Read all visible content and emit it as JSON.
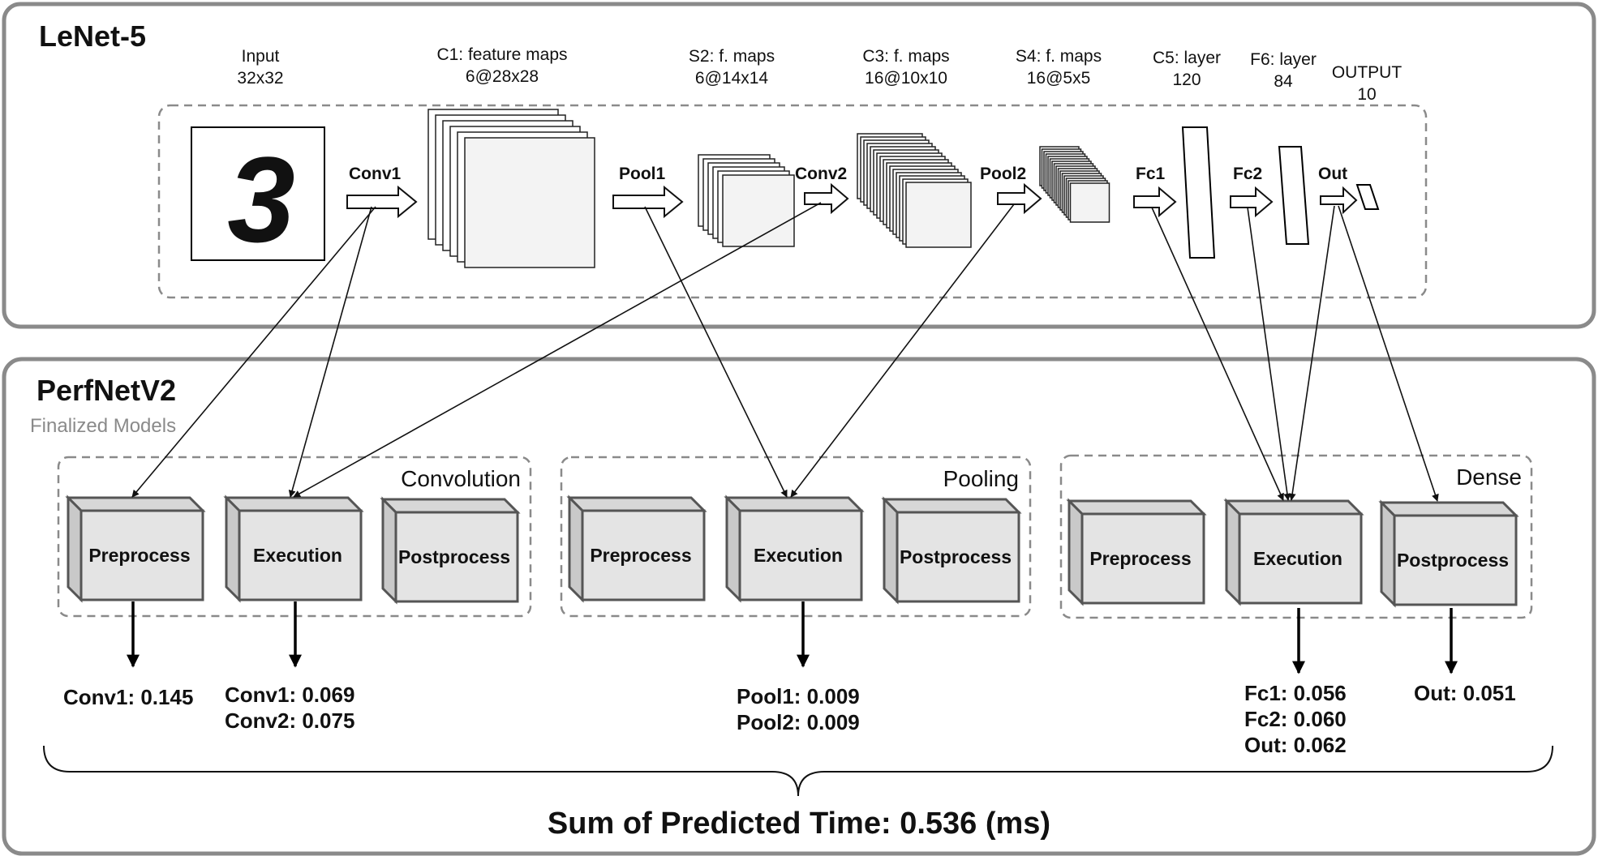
{
  "lenet": {
    "title": "LeNet-5",
    "digit": "3",
    "layers": [
      {
        "name": "Input",
        "shape": "32x32"
      },
      {
        "name": "C1: feature maps",
        "shape": "6@28x28"
      },
      {
        "name": "S2: f. maps",
        "shape": "6@14x14"
      },
      {
        "name": "C3: f. maps",
        "shape": "16@10x10"
      },
      {
        "name": "S4: f. maps",
        "shape": "16@5x5"
      },
      {
        "name": "C5: layer",
        "shape": "120"
      },
      {
        "name": "F6: layer",
        "shape": "84"
      },
      {
        "name": "OUTPUT",
        "shape": "10"
      }
    ],
    "ops": [
      "Conv1",
      "Pool1",
      "Conv2",
      "Pool2",
      "Fc1",
      "Fc2",
      "Out"
    ]
  },
  "perfnet": {
    "title": "PerfNetV2",
    "subtitle": "Finalized Models",
    "groups": [
      {
        "name": "Convolution",
        "boxes": [
          "Preprocess",
          "Execution",
          "Postprocess"
        ]
      },
      {
        "name": "Pooling",
        "boxes": [
          "Preprocess",
          "Execution",
          "Postprocess"
        ]
      },
      {
        "name": "Dense",
        "boxes": [
          "Preprocess",
          "Execution",
          "Postprocess"
        ]
      }
    ],
    "results": {
      "conv_pre": [
        "Conv1: 0.145"
      ],
      "conv_exec": [
        "Conv1: 0.069",
        "Conv2: 0.075"
      ],
      "pool_exec": [
        "Pool1: 0.009",
        "Pool2: 0.009"
      ],
      "dense_exec": [
        "Fc1: 0.056",
        "Fc2: 0.060",
        "Out: 0.062"
      ],
      "dense_post": [
        "Out: 0.051"
      ]
    },
    "sum": "Sum of Predicted Time: 0.536 (ms)"
  }
}
